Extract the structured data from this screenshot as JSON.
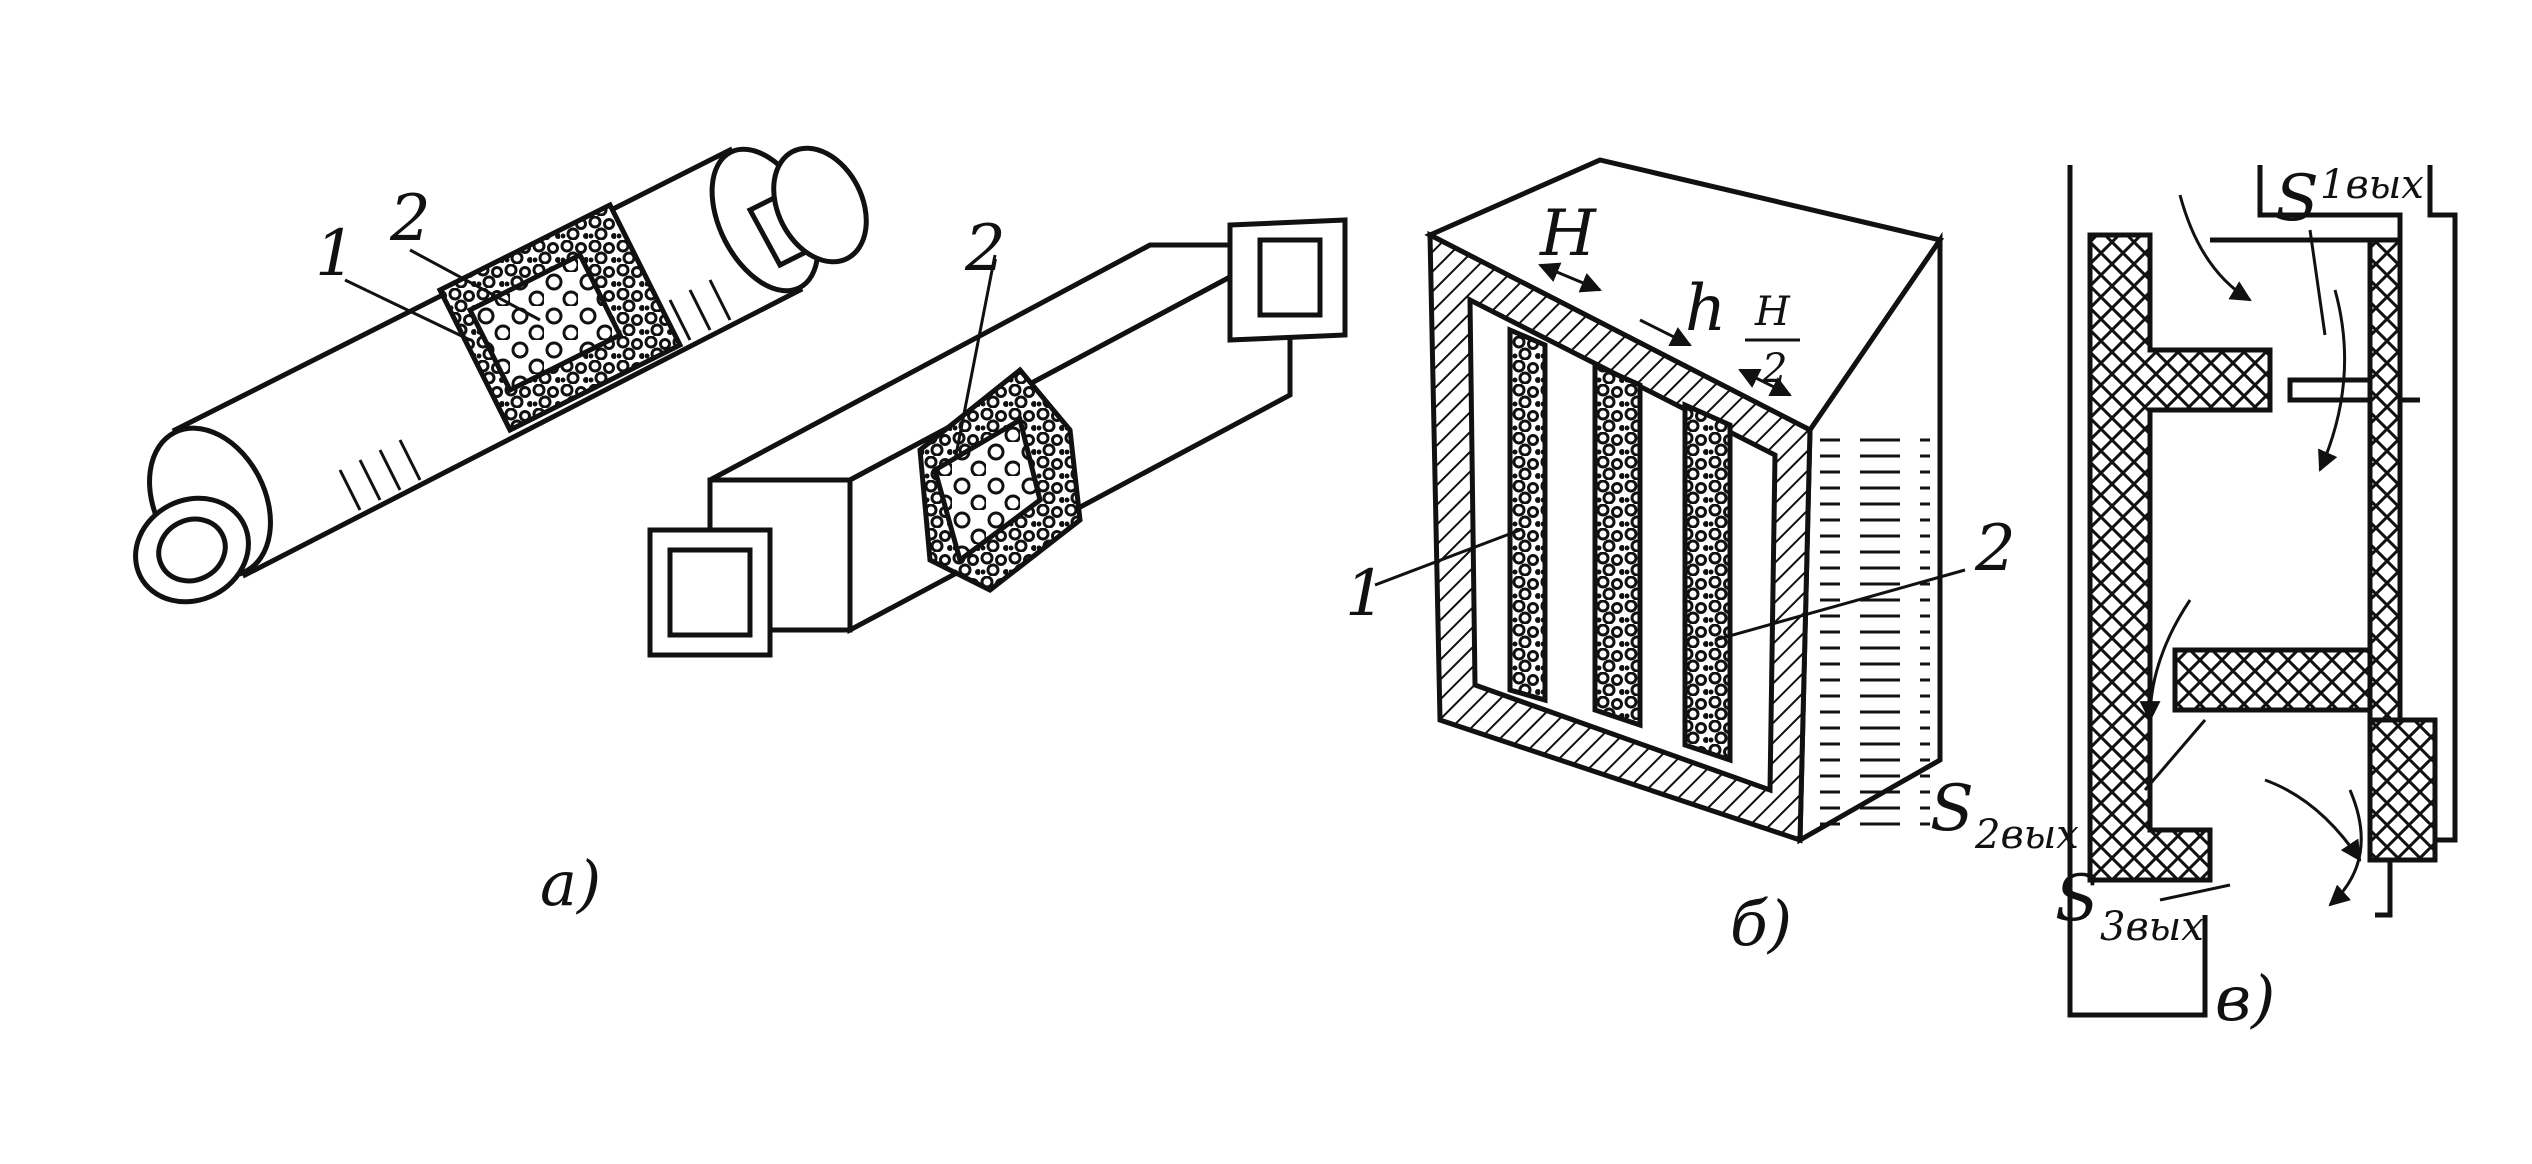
{
  "colors": {
    "ink": "#111111",
    "paper": "#ffffff"
  },
  "part_a": {
    "caption": "а)",
    "cylinder_labels": {
      "one": "1",
      "two": "2"
    },
    "box_label": "2"
  },
  "part_b": {
    "caption": "б)",
    "label_1": "1",
    "label_2": "2",
    "dim_H": "H",
    "dim_h": "h",
    "dim_half_num": "H",
    "dim_half_den": "2"
  },
  "part_c": {
    "caption": "в)",
    "s1": {
      "main": "S",
      "sub": "1вых"
    },
    "s2": {
      "main": "S",
      "sub": "2вых"
    },
    "s3": {
      "main": "S",
      "sub": "3вых"
    }
  }
}
